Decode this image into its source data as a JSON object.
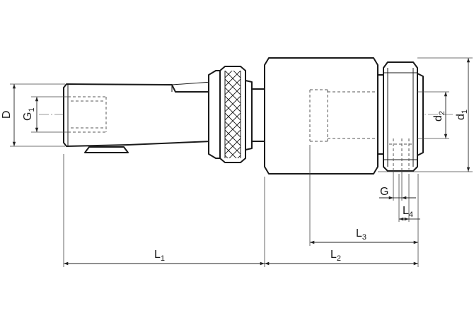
{
  "diagram": {
    "stroke_color": "#1a1a1a",
    "background": "#ffffff",
    "dimensions": {
      "D": {
        "letter": "D",
        "subscript": ""
      },
      "G1": {
        "letter": "G",
        "subscript": "1"
      },
      "d2": {
        "letter": "d",
        "subscript": "2"
      },
      "d1": {
        "letter": "d",
        "subscript": "1"
      },
      "G": {
        "letter": "G",
        "subscript": ""
      },
      "L4": {
        "letter": "L",
        "subscript": "4"
      },
      "L3": {
        "letter": "L",
        "subscript": "3"
      },
      "L1": {
        "letter": "L",
        "subscript": "1"
      },
      "L2": {
        "letter": "L",
        "subscript": "2"
      }
    }
  }
}
